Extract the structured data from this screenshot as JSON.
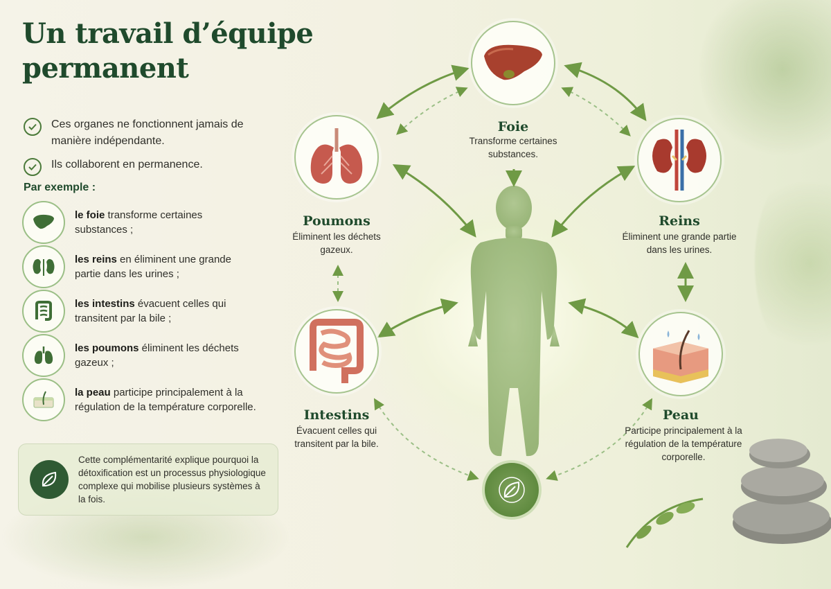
{
  "title": "Un travail d’équipe permanent",
  "points": [
    "Ces organes ne fonctionnent jamais de manière indépendante.",
    "Ils collaborent en permanence."
  ],
  "examples_label": "Par exemple :",
  "examples": [
    {
      "bold": "le foie",
      "rest": " transforme certaines substances ;",
      "icon": "liver-icon"
    },
    {
      "bold": "les reins",
      "rest": " en éliminent une grande partie dans les urines ;",
      "icon": "kidneys-icon"
    },
    {
      "bold": "les intestins",
      "rest": " évacuent celles qui transitent par la bile ;",
      "icon": "intestines-icon"
    },
    {
      "bold": "les poumons",
      "rest": " éliminent les déchets gazeux ;",
      "icon": "lungs-icon"
    },
    {
      "bold": "la peau",
      "rest": " participe principalement à la régulation de la température corporelle.",
      "icon": "skin-icon"
    }
  ],
  "note": "Cette complémentarité explique pourquoi la détoxification est un processus physiologique complexe qui mobilise plusieurs systèmes à la fois.",
  "organs": {
    "foie": {
      "name": "Foie",
      "desc": "Transforme certaines substances."
    },
    "poumons": {
      "name": "Poumons",
      "desc": "Éliminent les déchets gazeux."
    },
    "reins": {
      "name": "Reins",
      "desc": "Éliminent une grande partie dans les urines."
    },
    "intestins": {
      "name": "Intestins",
      "desc": "Évacuent celles qui transitent par la bile."
    },
    "peau": {
      "name": "Peau",
      "desc": "Participe principalement à la régulation de la température corporelle."
    }
  },
  "colors": {
    "title_green": "#1f4a2c",
    "accent_green": "#5f8a3f",
    "arrow_green": "#6f9a45",
    "organ_red": "#a8412e",
    "circle_border": "#a6c48f"
  }
}
